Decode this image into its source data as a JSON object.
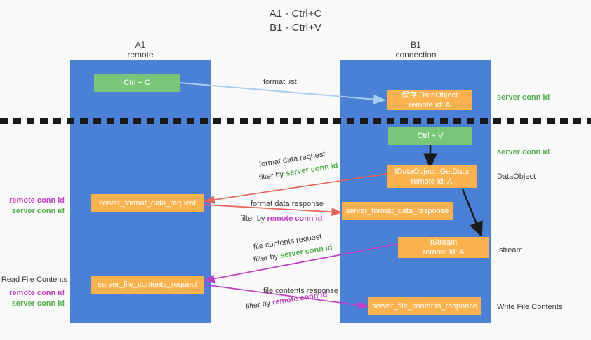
{
  "title": "A1 - Ctrl+C\nB1 - Ctrl+V",
  "columns": {
    "a1": {
      "name": "A1",
      "role": "remote",
      "header": "A1\nremote"
    },
    "b1": {
      "name": "B1",
      "role": "connection",
      "header": "B1\nconnection"
    }
  },
  "colors": {
    "lane": "#4a80d6",
    "box_green": "#79c678",
    "box_orange": "#f9b24e",
    "server_conn_id": "#54b04e",
    "remote_conn_id": "#bf45bf",
    "arrow_blue": "#a8cdf0",
    "arrow_red": "#e8645a",
    "arrow_magenta": "#c13dc1",
    "arrow_black": "#1a1a1a",
    "background": "#f9f9f9",
    "text": "#3c3c3c"
  },
  "boxes": {
    "ctrl_c": {
      "label": "Ctrl + C",
      "color": "green"
    },
    "ctrl_v": {
      "label": "Ctrl + V",
      "color": "green"
    },
    "save_dataobject": {
      "label": "保存IDataObject\nremote id: A",
      "color": "orange"
    },
    "getdata": {
      "label": "IDataObject::GetData\nremote id: A",
      "color": "orange"
    },
    "istream": {
      "label": "IStream\nremote id: A",
      "color": "orange"
    },
    "format_data_request": {
      "label": "server_format_data_request",
      "color": "orange"
    },
    "format_data_response": {
      "label": "server_format_data_response",
      "color": "orange"
    },
    "file_contents_request": {
      "label": "server_file_contents_request",
      "color": "orange"
    },
    "file_contents_response": {
      "label": "server_file_contents_response",
      "color": "orange"
    }
  },
  "edge_labels": {
    "format_list": "format list",
    "format_data_request": "format data request",
    "format_data_request_filter_prefix": "filter by ",
    "format_data_request_filter_value": "server conn id",
    "format_data_response": "format data response",
    "format_data_response_filter_prefix": "filter by ",
    "format_data_response_filter_value": "remote conn id",
    "file_contents_request": "file contents request",
    "file_contents_request_filter_prefix": "filter by ",
    "file_contents_request_filter_value": "server conn id",
    "file_contents_response": "file contents response",
    "file_contents_response_filter_prefix": "filter by ",
    "file_contents_response_filter_value": "remote conn id"
  },
  "right_annotations": {
    "server_conn_id_top": "server conn id",
    "server_conn_id_second": "server conn id",
    "dataobject": "DataObject",
    "istream": "Istream",
    "write_file_contents": "Write File Contents"
  },
  "left_annotations": {
    "format_remote": "remote conn id",
    "format_server": "server conn id",
    "read_file_contents": "Read File Contents",
    "file_remote": "remote conn id",
    "file_server": "server conn id"
  }
}
